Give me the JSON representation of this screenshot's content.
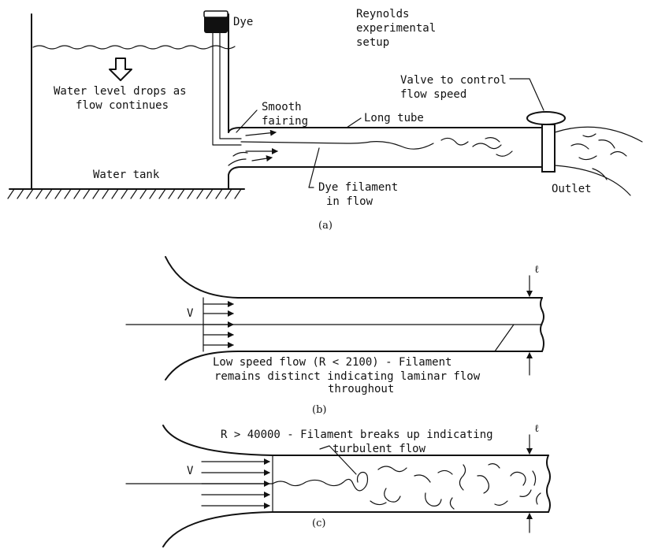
{
  "panel_a": {
    "title_lines": [
      "Reynolds",
      "experimental",
      "setup"
    ],
    "dye": "Dye",
    "water_level_lines": [
      "Water level drops as",
      "flow continues"
    ],
    "smooth_fairing_lines": [
      "Smooth",
      "fairing"
    ],
    "long_tube": "Long tube",
    "valve_lines": [
      "Valve to control",
      "flow speed"
    ],
    "water_tank": "Water tank",
    "dye_filament_lines": [
      "Dye filament",
      "in flow"
    ],
    "outlet": "Outlet",
    "caption": "(a)"
  },
  "panel_b": {
    "velocity": "V",
    "dimension": "ℓ",
    "description_lines": [
      "Low speed flow (R < 2100) - Filament",
      "remains distinct indicating laminar flow",
      "throughout"
    ],
    "caption": "(b)"
  },
  "panel_c": {
    "velocity": "V",
    "dimension": "ℓ",
    "description_lines": [
      "R > 40000 - Filament breaks up indicating",
      "turbulent flow"
    ],
    "caption": "(c)"
  }
}
